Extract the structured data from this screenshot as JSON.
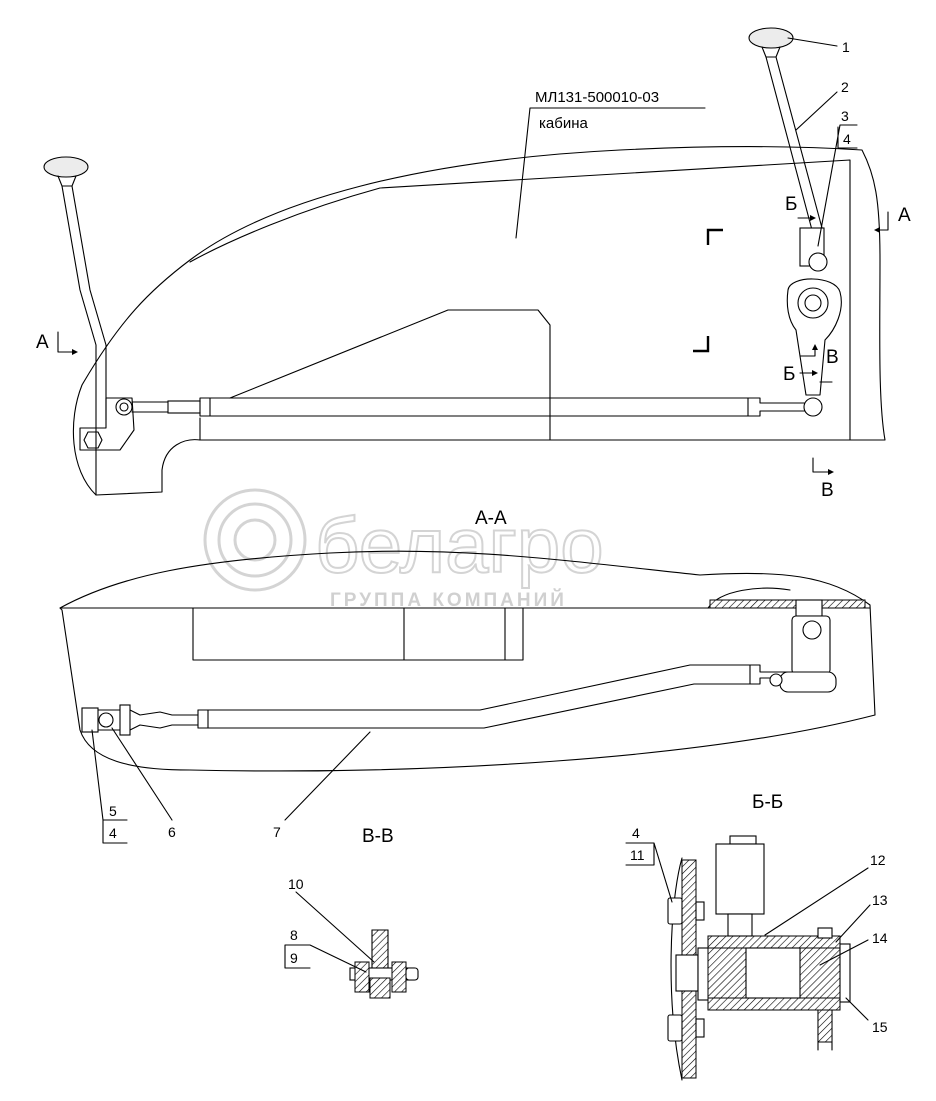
{
  "assembly": {
    "code": "МЛ131-500010-03",
    "name": "кабина"
  },
  "section_views": {
    "a_a": "А-А",
    "b_b": "Б-Б",
    "v_v": "В-В"
  },
  "section_marks": {
    "a": "А",
    "b": "Б",
    "v": "В"
  },
  "callouts": {
    "c1": "1",
    "c2": "2",
    "c3": "3",
    "c4": "4",
    "c5": "5",
    "c6": "6",
    "c7": "7",
    "c8": "8",
    "c9": "9",
    "c10": "10",
    "c11": "11",
    "c12": "12",
    "c13": "13",
    "c14": "14",
    "c15": "15"
  },
  "watermark": {
    "brand": "белагро",
    "tagline": "ГРУППА КОМПАНИЙ"
  }
}
